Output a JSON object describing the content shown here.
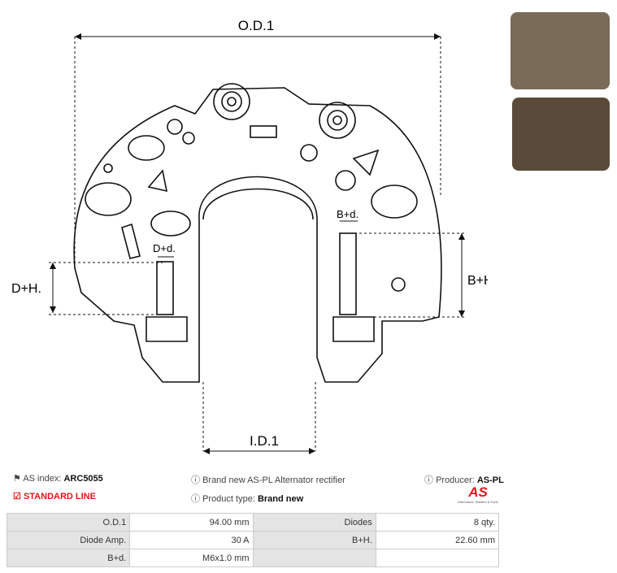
{
  "drawing": {
    "od": "O.D.1",
    "id": "I.D.1",
    "dh": "D+H.",
    "bh": "B+H.",
    "bd": "B+d.",
    "dd": "D+d."
  },
  "info": {
    "as_index_label": "AS index:",
    "as_index": "ARC5055",
    "standard_line": "STANDARD LINE",
    "description": "Brand new AS-PL Alternator rectifier",
    "product_type_label": "Product type:",
    "product_type": "Brand new",
    "producer_label": "Producer:",
    "producer": "AS-PL",
    "logo_text": "AS",
    "logo_tagline": "Alternators, Starters & Parts"
  },
  "specs": [
    [
      "O.D.1",
      "94.00 mm",
      "Diodes",
      "8 qty."
    ],
    [
      "Diode Amp.",
      "30 A",
      "B+H.",
      "22.60 mm"
    ],
    [
      "B+d.",
      "M6x1.0 mm",
      "",
      ""
    ]
  ],
  "colors": {
    "accent": "#e3161b"
  }
}
